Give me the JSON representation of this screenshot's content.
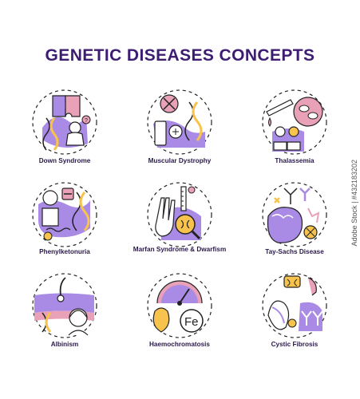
{
  "title": "GENETIC DISEASES CONCEPTS",
  "items": [
    {
      "label": "Down Syndrome",
      "icon": "down-syndrome-icon"
    },
    {
      "label": "Muscular Dystrophy",
      "icon": "muscular-dystrophy-icon"
    },
    {
      "label": "Thalassemia",
      "icon": "thalassemia-icon"
    },
    {
      "label": "Phenylketonuria",
      "icon": "phenylketonuria-icon"
    },
    {
      "label": "Marfan Syndrome & Dwarfism",
      "icon": "marfan-syndrome-icon"
    },
    {
      "label": "Tay-Sachs Disease",
      "icon": "tay-sachs-icon"
    },
    {
      "label": "Albinism",
      "icon": "albinism-icon"
    },
    {
      "label": "Haemochromatosis",
      "icon": "haemochromatosis-icon"
    },
    {
      "label": "Cystic Fibrosis",
      "icon": "cystic-fibrosis-icon"
    }
  ],
  "fe_symbol": "Fe",
  "watermark": "Adobe Stock | #432183202",
  "colors": {
    "title": "#3d1d72",
    "purple": "#a98be6",
    "pink": "#e9a1b8",
    "orange": "#f7c34d",
    "stroke": "#222222"
  }
}
